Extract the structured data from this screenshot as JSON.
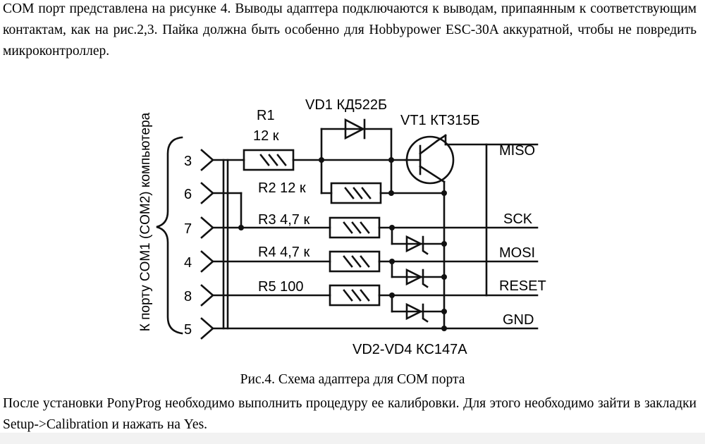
{
  "document": {
    "paragraph_top": "COM порт представлена на рисунке 4. Выводы адаптера подключаются к выводам, припаянным к соответствующим контактам, как на рис.2,3. Пайка должна быть особенно для Hobbypower ESC-30A аккуратной, чтобы не повредить микроконтроллер.",
    "caption": "Рис.4. Схема адаптера для COM порта",
    "paragraph_bottom": "После установки PonyProg необходимо выполнить процедуру ее калибровки. Для этого необходимо зайти в закладки Setup->Calibration и нажать на Yes."
  },
  "schematic": {
    "port_label": "К порту COM1 (COM2) компьютера",
    "pins": [
      "3",
      "6",
      "7",
      "4",
      "8",
      "5"
    ],
    "r1_name": "R1",
    "r1_value": "12 к",
    "vd1": "VD1 КД522Б",
    "vt1": "VT1 КТ315Б",
    "r2": "R2 12 к",
    "r3": "R3 4,7 к",
    "r4": "R4 4,7 к",
    "r5": "R5 100",
    "vd_zener": "VD2-VD4 КС147А",
    "signals": [
      "MISO",
      "SCK",
      "MOSI",
      "RESET",
      "GND"
    ]
  }
}
